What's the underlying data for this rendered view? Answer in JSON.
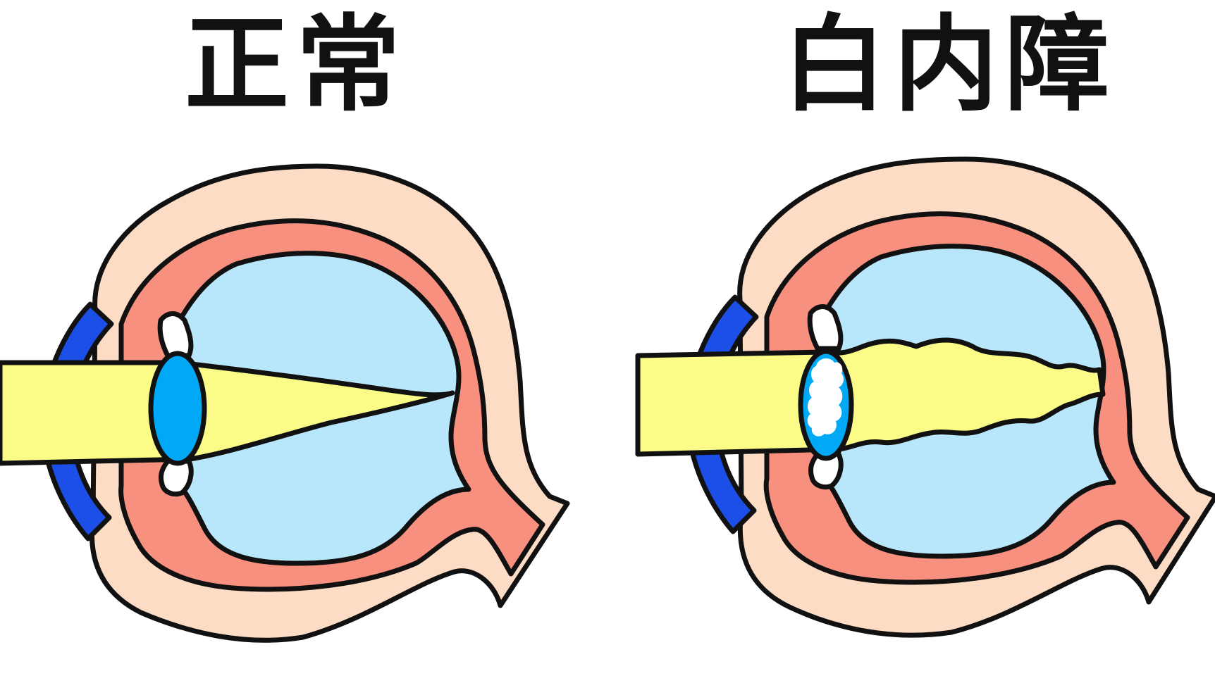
{
  "labels": {
    "normal": "正常",
    "cataract": "白内障"
  },
  "colors": {
    "sclera": "#fddcc6",
    "choroid": "#f89080",
    "vitreous": "#b8e6fa",
    "cornea": "#1c4fe8",
    "lens": "#00a8f5",
    "light": "#fbfb88",
    "cloud": "#ffffff",
    "outline": "#111111"
  },
  "icons": [
    "eye-cross-section-normal",
    "eye-cross-section-cataract"
  ]
}
